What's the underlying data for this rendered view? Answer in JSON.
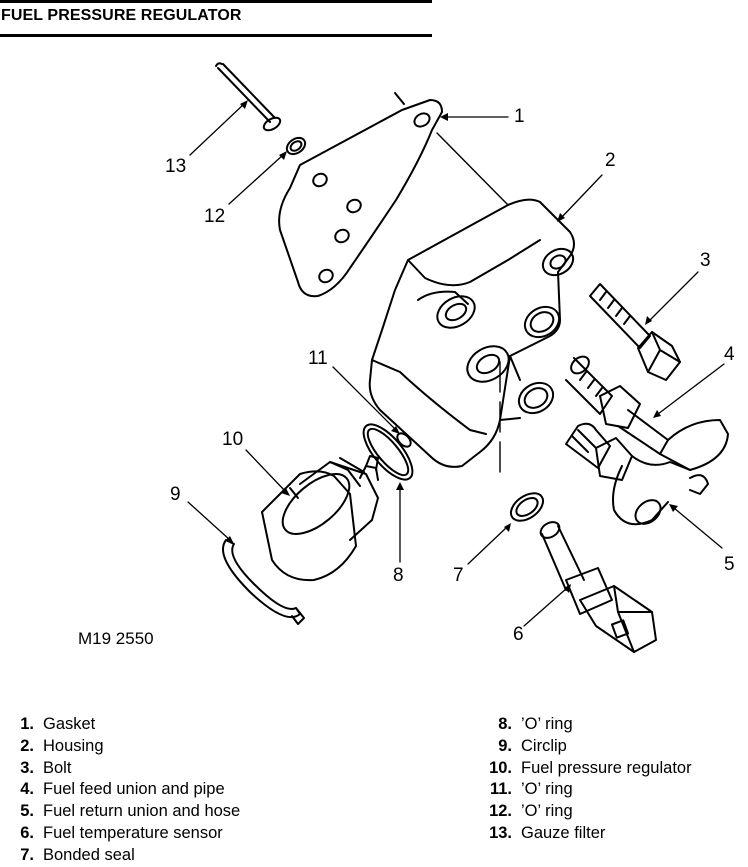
{
  "title": "FUEL PRESSURE REGULATOR",
  "figure_ref": "M19 2550",
  "callouts": [
    "1",
    "2",
    "3",
    "4",
    "5",
    "6",
    "7",
    "8",
    "9",
    "10",
    "11",
    "12",
    "13"
  ],
  "legend": [
    {
      "num": "1.",
      "label": "Gasket"
    },
    {
      "num": "2.",
      "label": "Housing"
    },
    {
      "num": "3.",
      "label": "Bolt"
    },
    {
      "num": "4.",
      "label": "Fuel feed union and pipe"
    },
    {
      "num": "5.",
      "label": "Fuel return union and hose"
    },
    {
      "num": "6.",
      "label": "Fuel temperature sensor"
    },
    {
      "num": "7.",
      "label": "Bonded seal"
    },
    {
      "num": "8.",
      "label": "’O’ ring"
    },
    {
      "num": "9.",
      "label": "Circlip"
    },
    {
      "num": "10.",
      "label": "Fuel pressure regulator"
    },
    {
      "num": "11.",
      "label": "’O’ ring"
    },
    {
      "num": "12.",
      "label": "’O’ ring"
    },
    {
      "num": "13.",
      "label": "Gauze filter"
    }
  ]
}
